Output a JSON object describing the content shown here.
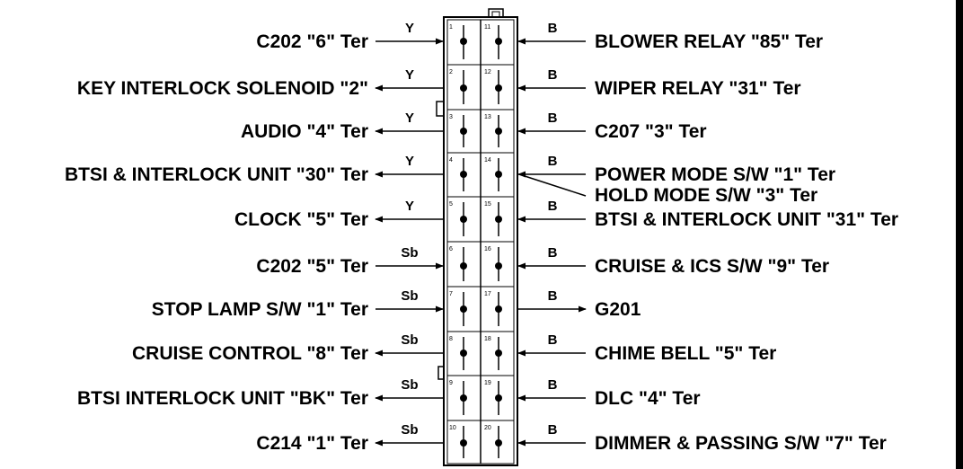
{
  "connector": {
    "left_column": [
      {
        "pin": "1",
        "color": "Y",
        "label": "C202 \"6\" Ter",
        "dir": "in"
      },
      {
        "pin": "2",
        "color": "Y",
        "label": "KEY INTERLOCK SOLENOID \"2\"",
        "dir": "out"
      },
      {
        "pin": "3",
        "color": "Y",
        "label": "AUDIO \"4\" Ter",
        "dir": "out"
      },
      {
        "pin": "4",
        "color": "Y",
        "label": "BTSI & INTERLOCK UNIT \"30\" Ter",
        "dir": "out"
      },
      {
        "pin": "5",
        "color": "Y",
        "label": "CLOCK \"5\" Ter",
        "dir": "out"
      },
      {
        "pin": "6",
        "color": "Sb",
        "label": "C202 \"5\" Ter",
        "dir": "in"
      },
      {
        "pin": "7",
        "color": "Sb",
        "label": "STOP LAMP S/W \"1\" Ter",
        "dir": "in"
      },
      {
        "pin": "8",
        "color": "Sb",
        "label": "CRUISE CONTROL \"8\" Ter",
        "dir": "out"
      },
      {
        "pin": "9",
        "color": "Sb",
        "label": "BTSI  INTERLOCK UNIT \"BK\" Ter",
        "dir": "out"
      },
      {
        "pin": "10",
        "color": "Sb",
        "label": "C214 \"1\" Ter",
        "dir": "out"
      }
    ],
    "right_column": [
      {
        "pin": "11",
        "color": "B",
        "label": "BLOWER RELAY \"85\" Ter",
        "dir": "in"
      },
      {
        "pin": "12",
        "color": "B",
        "label": "WIPER RELAY \"31\" Ter",
        "dir": "in"
      },
      {
        "pin": "13",
        "color": "B",
        "label": "C207 \"3\" Ter",
        "dir": "in"
      },
      {
        "pin": "14",
        "color": "B",
        "label": "POWER MODE S/W \"1\" Ter",
        "dir": "in",
        "extra_label": "HOLD MODE S/W \"3\" Ter"
      },
      {
        "pin": "15",
        "color": "B",
        "label": "BTSI & INTERLOCK UNIT \"31\" Ter",
        "dir": "in"
      },
      {
        "pin": "16",
        "color": "B",
        "label": "CRUISE & ICS S/W \"9\" Ter",
        "dir": "in"
      },
      {
        "pin": "17",
        "color": "B",
        "label": "G201",
        "dir": "out"
      },
      {
        "pin": "18",
        "color": "B",
        "label": "CHIME BELL \"5\" Ter",
        "dir": "in"
      },
      {
        "pin": "19",
        "color": "B",
        "label": "DLC \"4\" Ter",
        "dir": "in"
      },
      {
        "pin": "20",
        "color": "B",
        "label": "DIMMER & PASSING S/W \"7\" Ter",
        "dir": "in"
      }
    ]
  },
  "colors": {
    "line": "#000000",
    "background": "#ffffff"
  }
}
